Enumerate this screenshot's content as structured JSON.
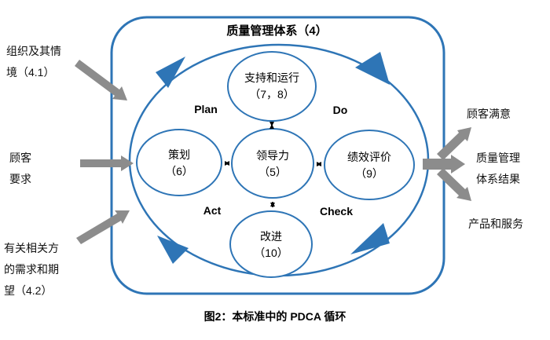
{
  "diagram": {
    "title": "质量管理体系（4）",
    "caption": "图2：本标准中的 PDCA 循环",
    "pdca_labels": {
      "plan": "Plan",
      "do": "Do",
      "check": "Check",
      "act": "Act"
    },
    "nodes": {
      "support_operation": "支持和运行\n（7，8）",
      "planning": "策划\n（6）",
      "leadership": "领导力\n（5）",
      "performance_evaluation": "绩效评价\n（9）",
      "improvement": "改进\n（10）"
    },
    "inputs": {
      "organization_context": "组织及其情\n境（4.1）",
      "customer_requirements": "顾客\n要求",
      "interested_parties": "有关相关方\n的需求和期\n望（4.2）"
    },
    "outputs": {
      "customer_satisfaction": "顾客满意",
      "qms_results": "质量管理\n体系结果",
      "products_services": "产品和服务"
    },
    "colors": {
      "blue": "#2e75b6",
      "gray": "#8c8c8c",
      "black": "#000000"
    }
  }
}
